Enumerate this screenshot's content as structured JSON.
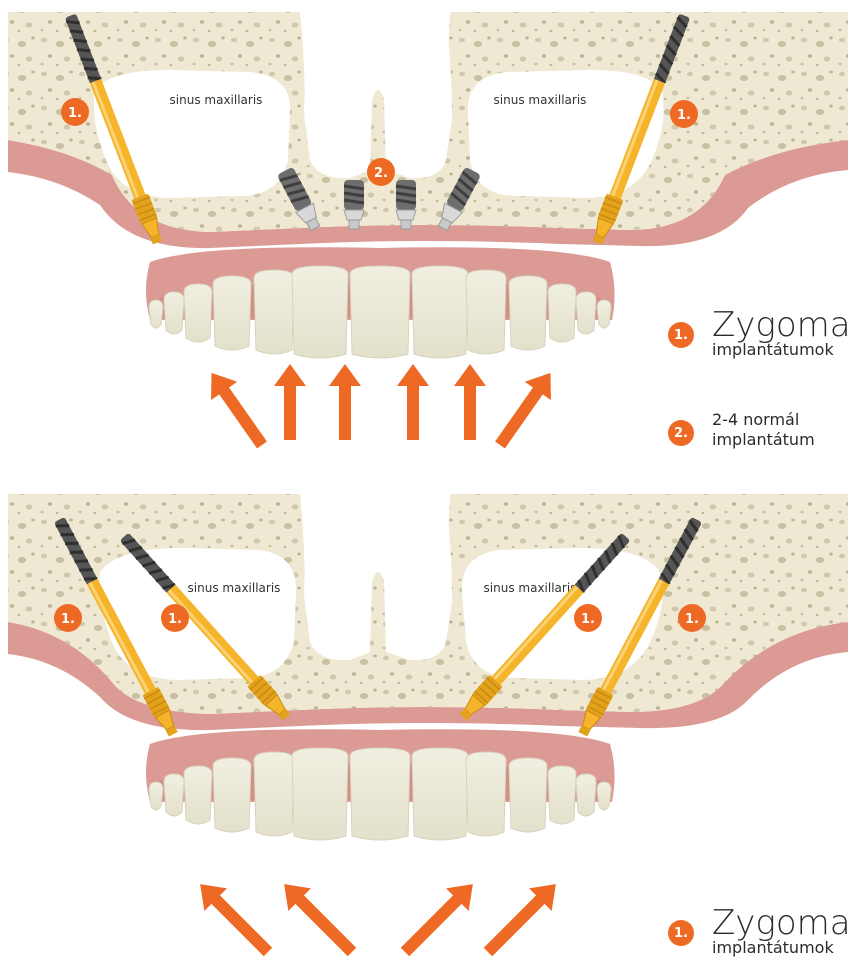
{
  "colors": {
    "bone": "#efe9d4",
    "bone_pore": "#cdc4a6",
    "bone_pore_dark": "#b9ae8c",
    "gum": "#dc9a94",
    "gum_dark": "#c98178",
    "tooth": "#ecead9",
    "tooth_edge": "#cfccb6",
    "implant_gold": "#f5b42a",
    "implant_gold_dark": "#c98a12",
    "screw": "#6d6d6d",
    "screw_dark": "#3e3e3e",
    "abutment": "#d8d8d8",
    "badge": "#ee6a24",
    "arrow": "#ee6a24"
  },
  "top_diagram": {
    "sinus_left_label": "sinus maxillaris",
    "sinus_right_label": "sinus maxillaris",
    "badge_zygoma": "1.",
    "badge_normal": "2."
  },
  "bottom_diagram": {
    "sinus_left_label": "sinus maxillaris",
    "sinus_right_label": "sinus maxillaris",
    "badge_zygoma": "1."
  },
  "legend_top": {
    "item1_badge": "1.",
    "item1_title": "Zygomat",
    "item1_subtitle": "implantátumok",
    "item2_badge": "2.",
    "item2_line1": "2-4 normál",
    "item2_line2": "implantátum"
  },
  "legend_bottom": {
    "item1_badge": "1.",
    "item1_title": "Zygomat",
    "item1_subtitle": "implantátumok"
  }
}
